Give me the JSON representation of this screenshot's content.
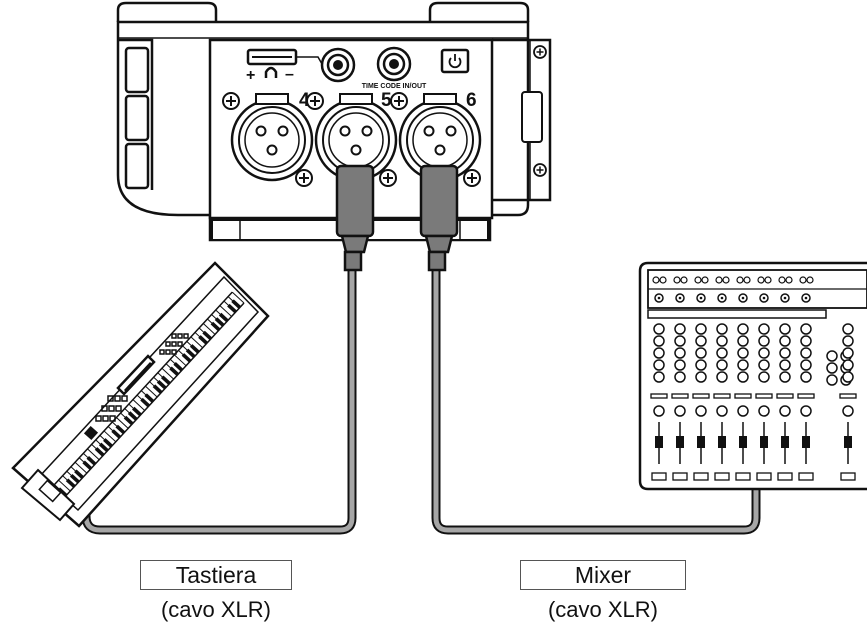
{
  "recorder": {
    "inputs": [
      {
        "number": "4"
      },
      {
        "number": "5"
      },
      {
        "number": "6"
      }
    ],
    "timecode_label": "TIME CODE IN/OUT",
    "headphone_plus": "+",
    "headphone_minus": "–"
  },
  "keyboard_connection": {
    "device": "Tastiera",
    "cable": "(cavo XLR)"
  },
  "mixer_connection": {
    "device": "Mixer",
    "cable": "(cavo XLR)"
  },
  "colors": {
    "line": "#111111",
    "cable": "#999999",
    "plug": "#7a7a7a"
  }
}
